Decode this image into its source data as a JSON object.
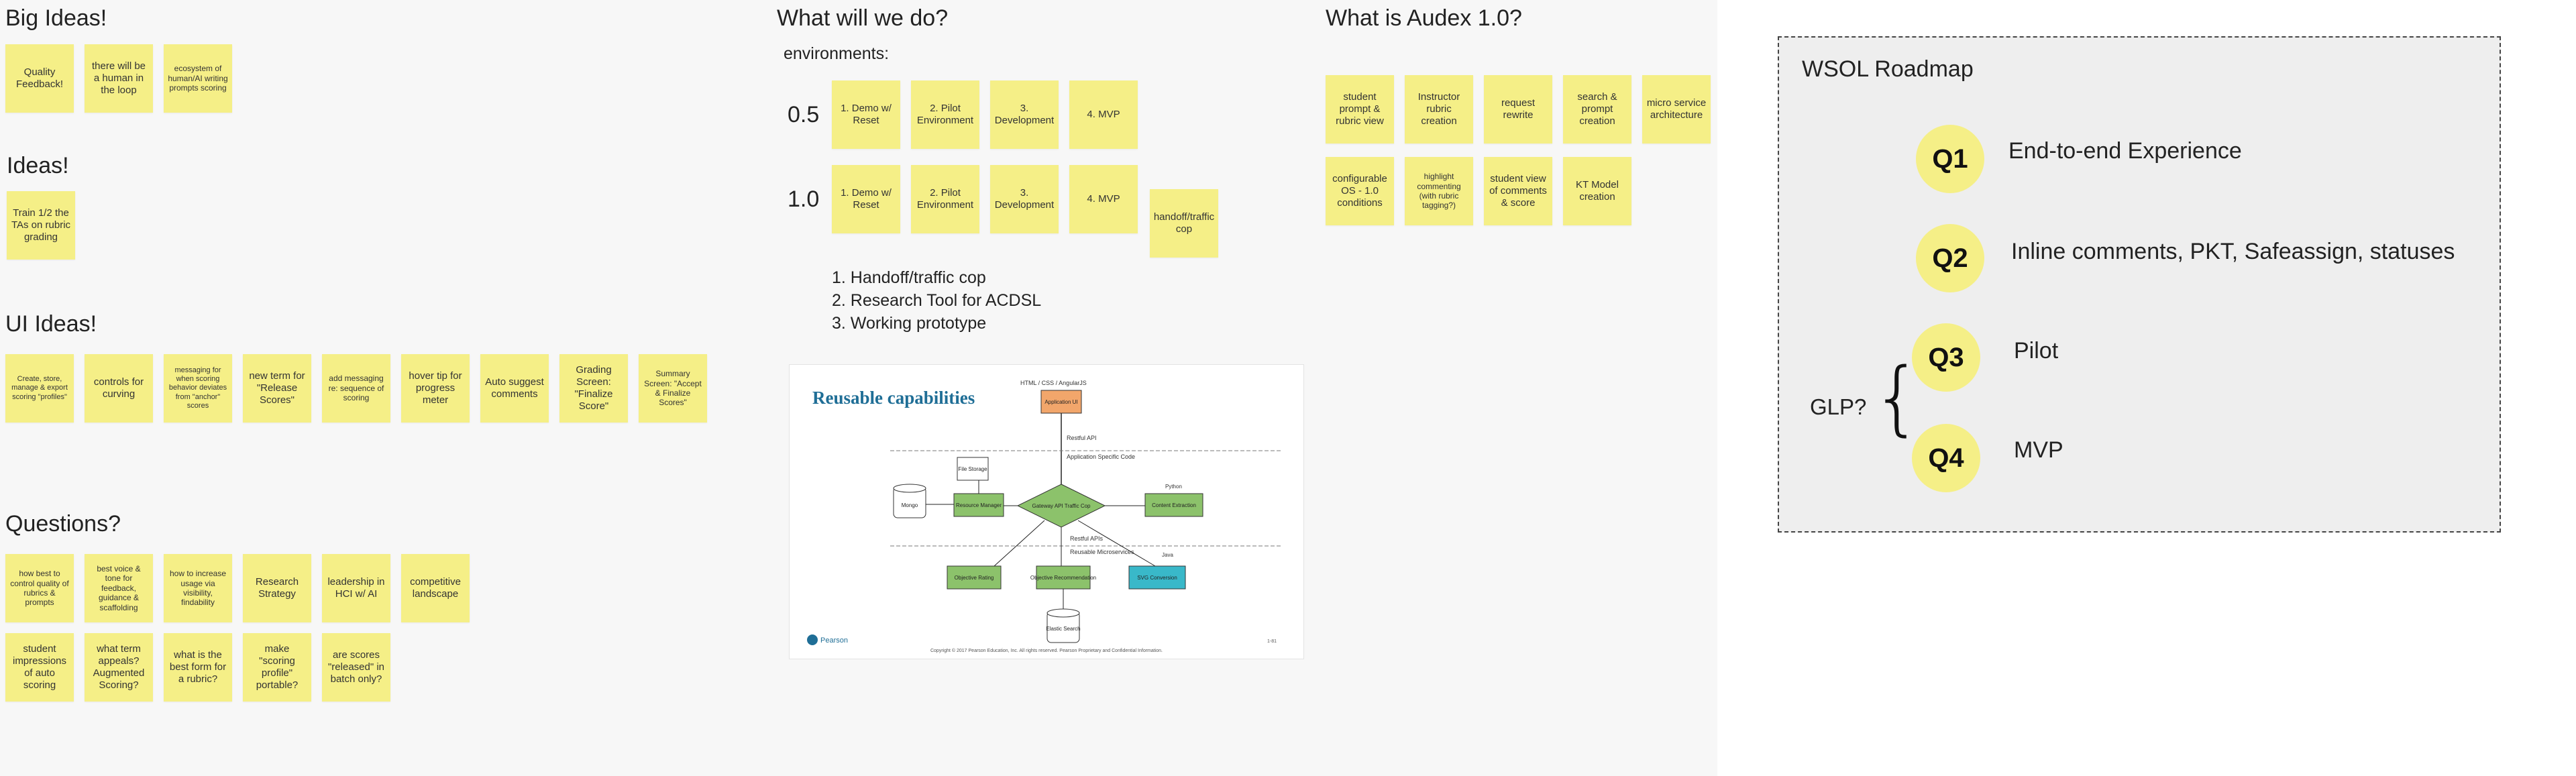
{
  "big_ideas": {
    "title": "Big Ideas!",
    "notes": [
      "Quality Feedback!",
      "there will be a human in the loop",
      "ecosystem of human/AI writing prompts scoring"
    ]
  },
  "ideas": {
    "title": "Ideas!",
    "notes": [
      "Train 1/2 the TAs on rubric grading"
    ]
  },
  "ui_ideas": {
    "title": "UI Ideas!",
    "notes": [
      "Create, store, manage & export scoring \"profiles\"",
      "controls for curving",
      "messaging for when scoring behavior deviates from \"anchor\" scores",
      "new term for \"Release Scores\"",
      "add messaging re: sequence of scoring",
      "hover tip for progress meter",
      "Auto suggest comments",
      "Grading Screen: \"Finalize Score\"",
      "Summary Screen: \"Accept & Finalize Scores\""
    ]
  },
  "questions": {
    "title": "Questions?",
    "row1": [
      "how best to control quality of rubrics & prompts",
      "best voice & tone for feedback, guidance & scaffolding",
      "how to increase usage via visibility, findability",
      "Research Strategy",
      "leadership in HCI w/ AI",
      "competitive landscape"
    ],
    "row2": [
      "student impressions of auto scoring",
      "what term appeals? Augmented Scoring?",
      "what is the best form for a rubric?",
      "make \"scoring profile\" portable?",
      "are scores \"released\" in batch only?"
    ]
  },
  "what_will_we_do": {
    "title": "What will we do?",
    "env_label": "environments:",
    "row_05_label": "0.5",
    "row_10_label": "1.0",
    "row_05": [
      "1. Demo w/ Reset",
      "2. Pilot Environment",
      "3. Development",
      "4. MVP"
    ],
    "row_10": [
      "1. Demo w/ Reset",
      "2. Pilot Environment",
      "3. Development",
      "4. MVP"
    ],
    "extra_note": "handoff/traffic cop",
    "list": [
      "1. Handoff/traffic cop",
      "2. Research Tool for ACDSL",
      "3. Working prototype"
    ]
  },
  "slide": {
    "title": "Reusable capabilities",
    "top_label": "HTML / CSS / AngularJS",
    "app_ui": "Application UI",
    "restful_api": "Restful API",
    "app_specific": "Application Specific Code",
    "file_storage": "File Storage",
    "mongo": "Mongo",
    "resource_manager": "Resource Manager",
    "gateway": "Gateway API Traffic Cop",
    "python": "Python",
    "content_extraction": "Content Extraction",
    "restful_apis": "Restful APIs",
    "reusable_micro": "Reusable Microservices",
    "java": "Java",
    "objective_rating": "Objective Rating",
    "objective_recommendation": "Objective Recommendation",
    "svg_conversion": "SVG Conversion",
    "elastic_search": "Elastic Search",
    "pearson": "Pearson",
    "copyright": "Copyright © 2017 Pearson Education, Inc. All rights reserved. Pearson Proprietary and Confidential Information.",
    "page_no": "1-81"
  },
  "audex": {
    "title": "What is Audex 1.0?",
    "row1": [
      "student prompt & rubric view",
      "Instructor rubric creation",
      "request rewrite",
      "search & prompt creation",
      "micro service architecture"
    ],
    "row2": [
      "configurable OS - 1.0 conditions",
      "highlight commenting (with rubric tagging?)",
      "student view of comments & score",
      "KT Model creation"
    ]
  },
  "roadmap": {
    "title": "WSOL Roadmap",
    "glp_label": "GLP?",
    "brace": "{",
    "quarters": [
      {
        "q": "Q1",
        "text": "End-to-end Experience"
      },
      {
        "q": "Q2",
        "text": "Inline comments, PKT, Safeassign, statuses"
      },
      {
        "q": "Q3",
        "text": "Pilot"
      },
      {
        "q": "Q4",
        "text": "MVP"
      }
    ]
  },
  "colors": {
    "sticky": "#f5ef87",
    "board": "#f7f7f7",
    "roadmap_bg": "#eeeeee",
    "diagram_green": "#8cc26b",
    "diagram_orange": "#f2a66b",
    "diagram_teal": "#39b8c9",
    "slide_title": "#1f6e96"
  }
}
